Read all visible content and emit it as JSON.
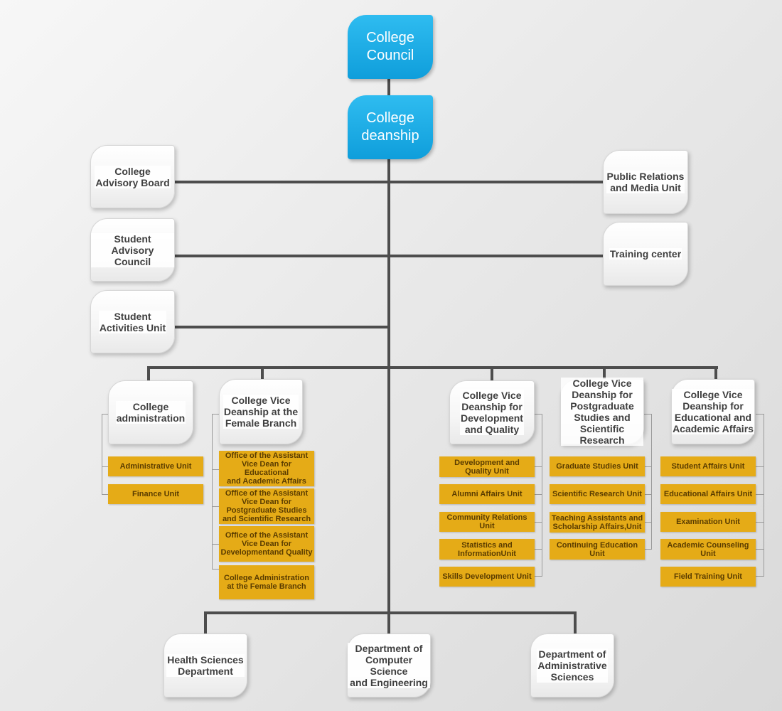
{
  "top": {
    "council": "College\nCouncil",
    "deanship": "College\ndeanship"
  },
  "side_units": {
    "advisory_board": "College\nAdvisory Board",
    "student_advisory": "Student\nAdvisory Council",
    "student_activities": "Student\nActivities Unit",
    "public_relations": "Public Relations\nand Media Unit",
    "training_center": "Training center"
  },
  "branches": [
    {
      "title": "College\nadministration",
      "units": [
        "Administrative Unit",
        "Finance Unit"
      ]
    },
    {
      "title": "College Vice\nDeanship at the\nFemale Branch",
      "units": [
        "Office of the Assistant\nVice Dean for Educational\nand Academic Affairs",
        "Office of the Assistant\nVice Dean for\nPostgraduate Studies\nand Scientific Research",
        "Office of the Assistant\nVice Dean for\nDevelopmentand Quality",
        "College Administration\nat the Female Branch"
      ]
    },
    {
      "title": "College Vice\nDeanship for\nDevelopment\nand Quality",
      "units": [
        "Development and\nQuality Unit",
        "Alumni Affairs Unit",
        "Community Relations\nUnit",
        "Statistics and\nInformationUnit",
        "Skills Development Unit"
      ]
    },
    {
      "title": "College Vice\nDeanship for\nPostgraduate\nStudies and\nScientific Research",
      "units": [
        "Graduate Studies Unit",
        "Scientific Research Unit",
        "Teaching Assistants and\nScholarship Affairs,Unit",
        "Continuing Education\nUnit"
      ]
    },
    {
      "title": "College Vice\nDeanship for\nEducational and\nAcademic Affairs",
      "units": [
        "Student Affairs Unit",
        "Educational Affairs Unit",
        "Examination Unit",
        "Academic Counseling\nUnit",
        "Field Training Unit"
      ]
    }
  ],
  "departments": [
    "Health Sciences\nDepartment",
    "Department of\nComputer Science\nand Engineering",
    "Department of\nAdministrative\nSciences"
  ],
  "colors": {
    "top_box": "#1aa8e6",
    "unit_box": "#e5ab17",
    "connector": "#4d4d4d"
  }
}
